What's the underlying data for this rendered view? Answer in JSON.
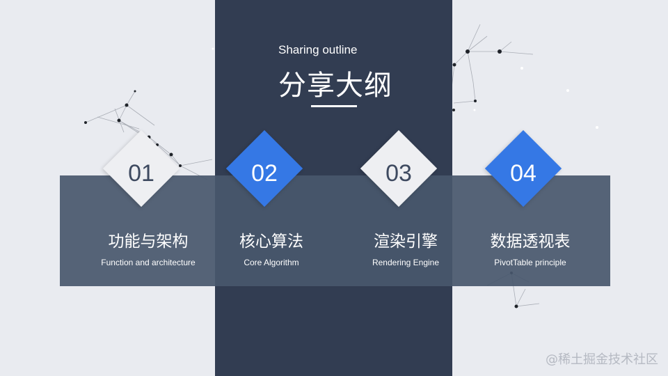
{
  "header": {
    "subtitle": "Sharing outline",
    "title": "分享大纲"
  },
  "items": [
    {
      "number": "01",
      "title_cn": "功能与架构",
      "title_en": "Function and architecture",
      "style": "light"
    },
    {
      "number": "02",
      "title_cn": "核心算法",
      "title_en": "Core Algorithm",
      "style": "blue"
    },
    {
      "number": "03",
      "title_cn": "渲染引擎",
      "title_en": "Rendering Engine",
      "style": "light"
    },
    {
      "number": "04",
      "title_cn": "数据透视表",
      "title_en": "PivotTable principle",
      "style": "blue"
    }
  ],
  "watermark": "@稀土掘金技术社区",
  "colors": {
    "background": "#e9ebf0",
    "center_band": "#323d52",
    "strip": "#48576d",
    "accent_blue": "#3578e5",
    "diamond_light": "#eeeff2"
  }
}
